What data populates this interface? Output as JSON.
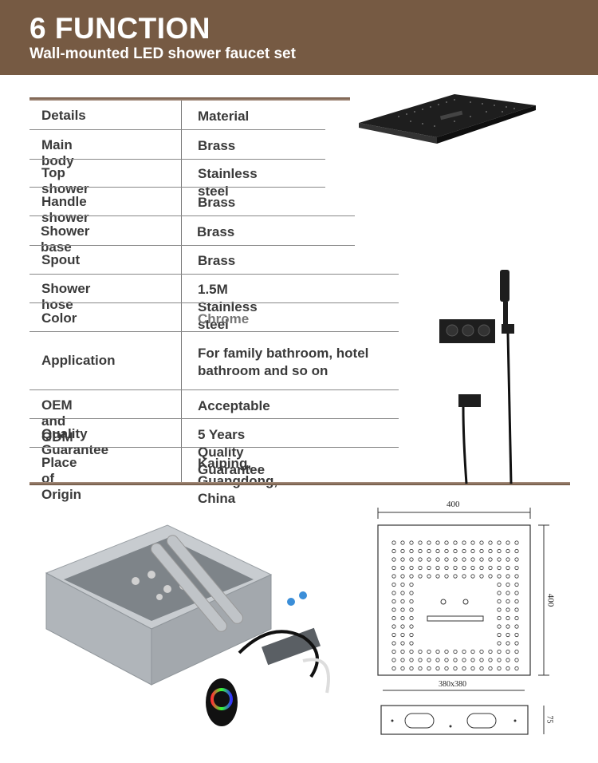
{
  "header": {
    "title": "6 FUNCTION",
    "subtitle": "Wall-mounted LED shower faucet set"
  },
  "spec_table": {
    "header": [
      "Details",
      "Material"
    ],
    "rows": [
      [
        "Main body",
        "Brass"
      ],
      [
        "Top shower",
        "Stainless steel"
      ],
      [
        "Handle shower",
        "Brass"
      ],
      [
        "Shower base",
        "Brass"
      ],
      [
        "Spout",
        "Brass"
      ],
      [
        "Shower hose",
        "1.5M Stainless steel"
      ],
      [
        "Color",
        "Chrome"
      ],
      [
        "Application",
        "For family bathroom, hotel bathroom and so on"
      ],
      [
        "OEM and ODM",
        "Acceptable"
      ],
      [
        "Quality Guarantee",
        "5 Years Quality Guarantee"
      ],
      [
        "Place of Origin",
        "Kaiping, Guangdong, China"
      ]
    ]
  },
  "drawing": {
    "width_label": "400",
    "height_label": "400",
    "inner_label": "380x380",
    "depth_label": "75"
  },
  "colors": {
    "header_bg": "#765a43",
    "product_black": "#1e1e1e",
    "text": "#3a3a3a"
  }
}
